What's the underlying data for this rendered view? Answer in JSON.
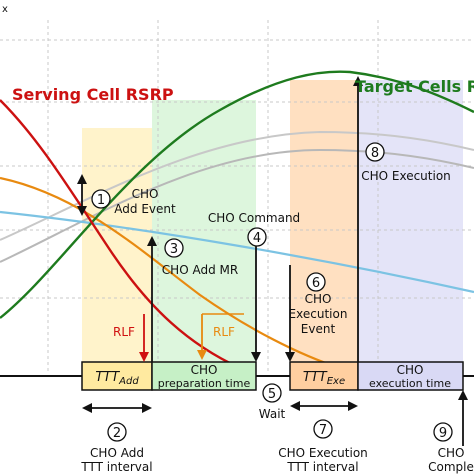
{
  "labels": {
    "corner_mark": "x",
    "serving": "Serving Cell RSRP",
    "target": "Target Cells RS",
    "cho_add_event_l1": "CHO",
    "cho_add_event_l2": "Add Event",
    "cho_command": "CHO Command",
    "cho_add_mr": "CHO Add MR",
    "rlf_left": "RLF",
    "rlf_right": "RLF",
    "exec_event_l1": "CHO",
    "exec_event_l2": "Execution",
    "exec_event_l3": "Event",
    "cho_execution": "CHO Execution",
    "prep_l1": "CHO",
    "prep_l2": "preparation time",
    "exec_time_l1": "CHO",
    "exec_time_l2": "execution time",
    "wait": "Wait",
    "ttt_add_main": "TTT",
    "ttt_add_sub": "Add",
    "ttt_exe_main": "TTT",
    "ttt_exe_sub": "Exe",
    "bottom_add_l1": "CHO Add",
    "bottom_add_l2": "TTT interval",
    "bottom_exec_l1": "CHO Execution",
    "bottom_exec_l2": "TTT interval",
    "bottom_complete_l1": "CHO",
    "bottom_complete_l2": "Comple"
  },
  "markers": [
    "1",
    "2",
    "3",
    "4",
    "5",
    "6",
    "7",
    "8",
    "9"
  ],
  "colors": {
    "serving": "#cc1111",
    "target": "#1e7b1e",
    "orange": "#e88a10",
    "lightblue": "#7cc3e3",
    "gray": "#b8b8b8",
    "ttt_fill": "#ffeaa0",
    "prep_fill": "#c6f0c6",
    "exe_fill": "#ffcfa0",
    "exec_fill": "#d9d9f5"
  }
}
